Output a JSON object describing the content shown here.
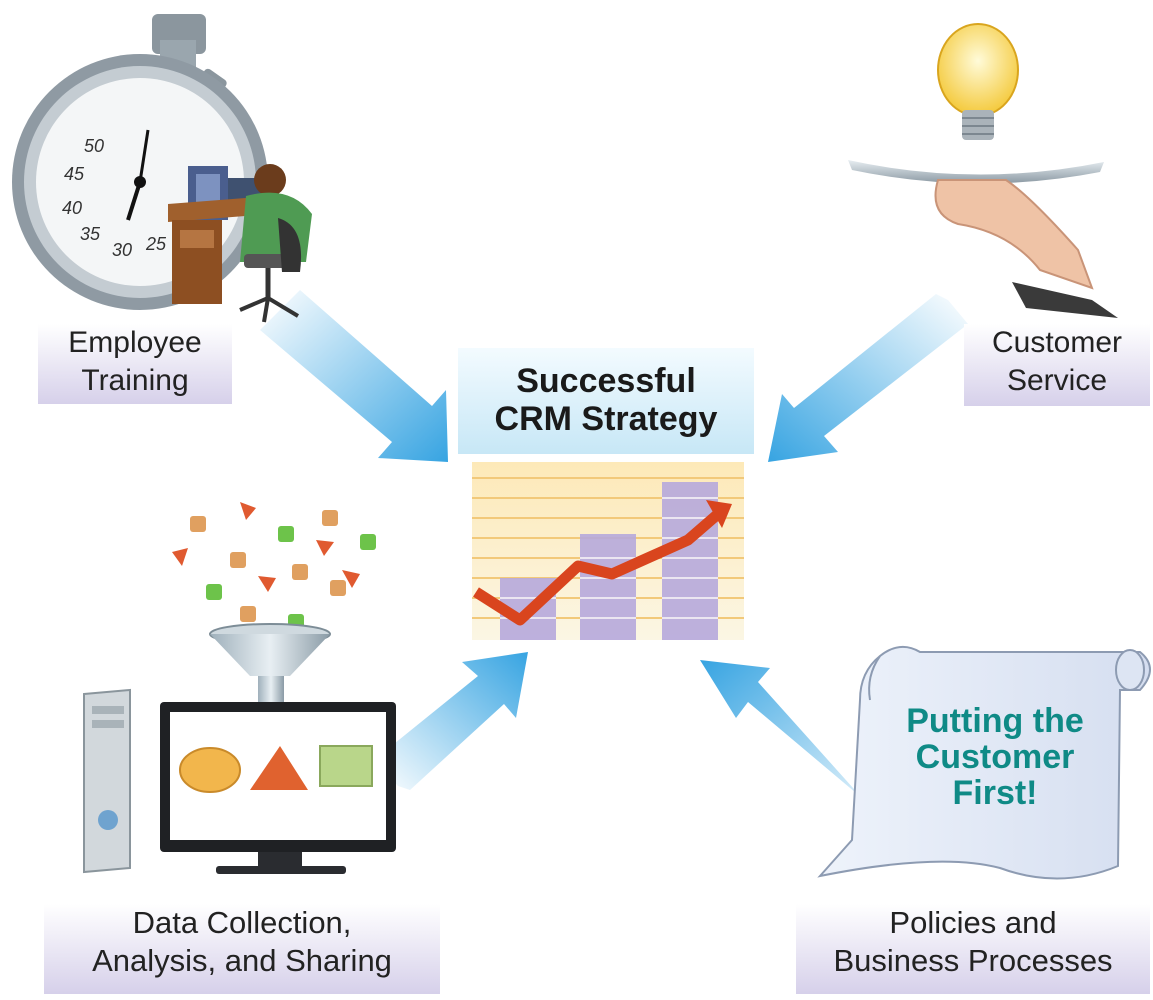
{
  "center": {
    "title_line1": "Successful",
    "title_line2": "CRM Strategy"
  },
  "inputs": {
    "employee_training": {
      "line1": "Employee",
      "line2": "Training"
    },
    "customer_service": {
      "line1": "Customer",
      "line2": "Service"
    },
    "data_collection": {
      "line1": "Data Collection,",
      "line2": "Analysis, and Sharing"
    },
    "policies": {
      "line1": "Policies and",
      "line2": "Business Processes"
    }
  },
  "scroll": {
    "line1": "Putting the",
    "line2": "Customer",
    "line3": "First!"
  },
  "stopwatch_numbers": [
    "50",
    "45",
    "40",
    "35",
    "30",
    "25"
  ],
  "colors": {
    "arrow": "#3aa6df",
    "label_bg": "#d6d0ea",
    "scroll_text": "#0f8a86",
    "trend_line": "#d9451e",
    "bars": "#a99ad3"
  }
}
